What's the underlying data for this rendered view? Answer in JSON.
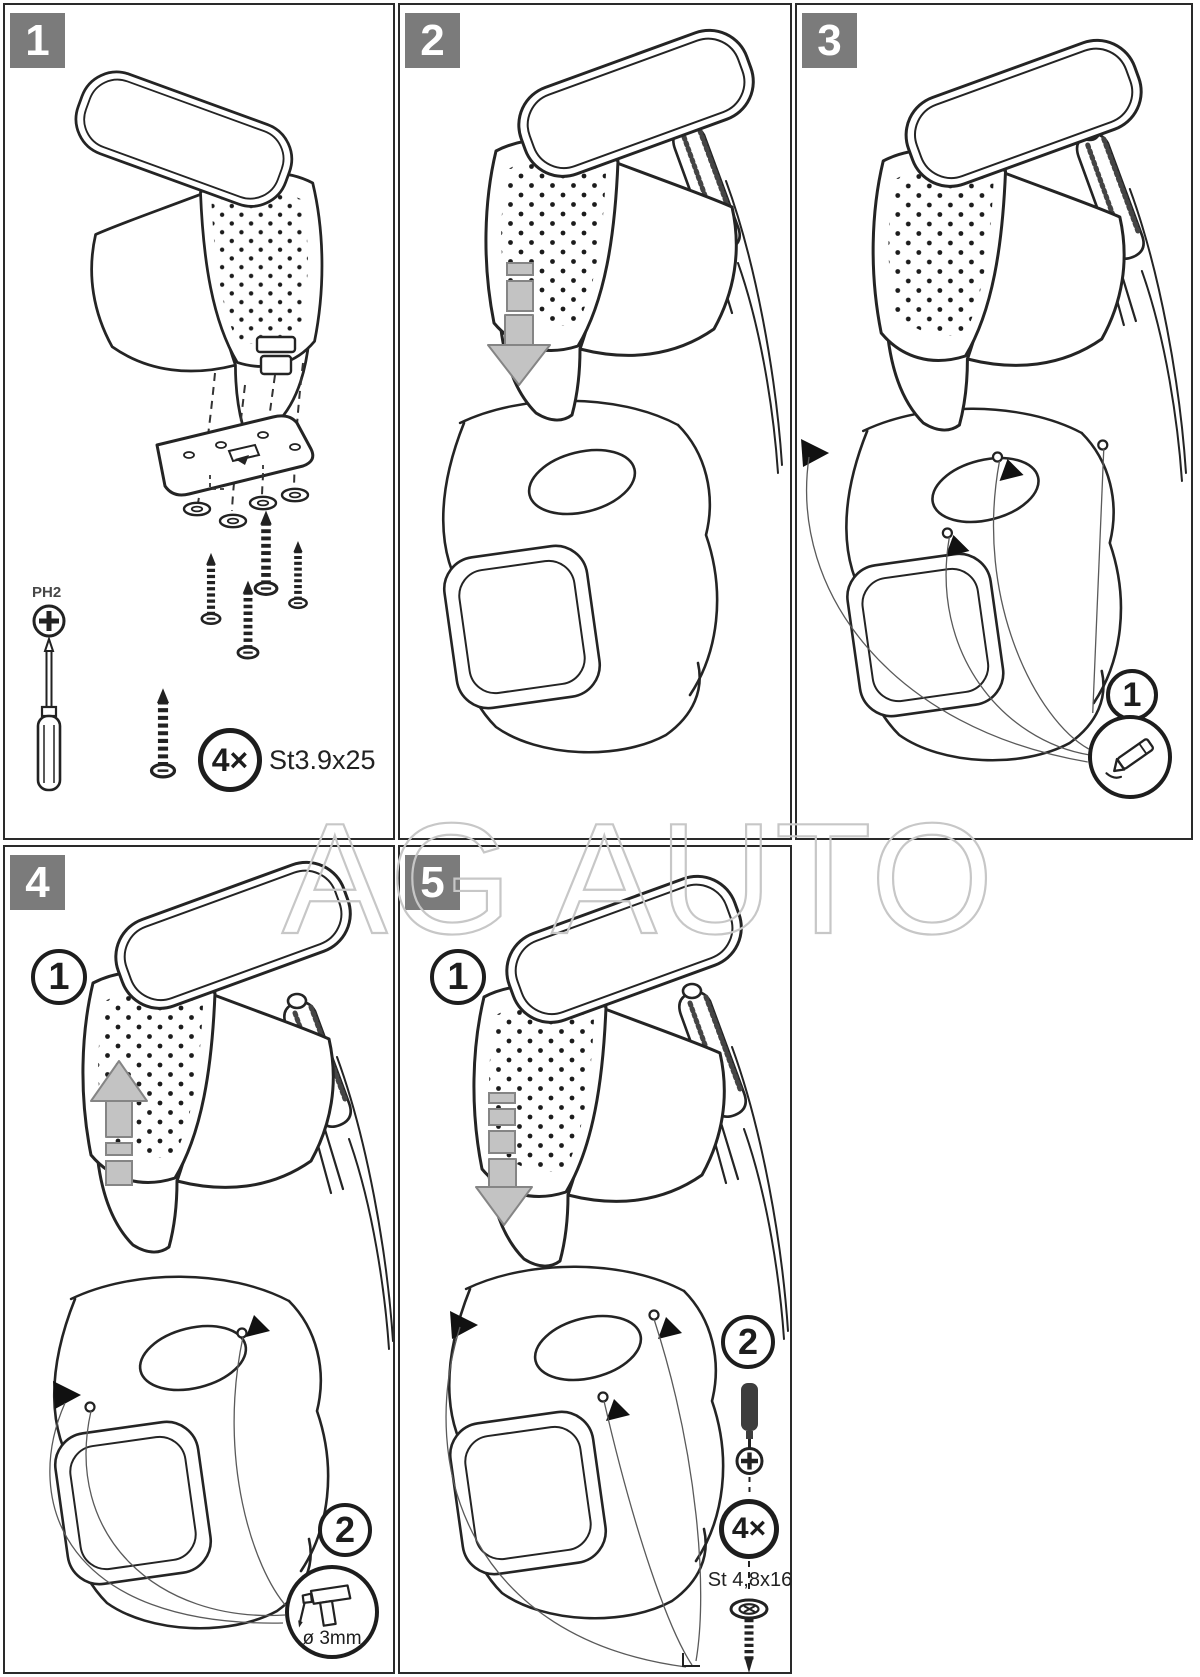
{
  "watermark": {
    "text": "AG AUTO"
  },
  "colors": {
    "ink": "#2a2a2a",
    "badge_background": "#7b7b7b",
    "badge_text": "#ffffff",
    "arrow_fill": "#c3c3c3",
    "arrow_stroke": "#858585",
    "watermark_stroke": "#c7c7c7"
  },
  "panels": [
    {
      "step": "1",
      "labels": {
        "bit": "PH2",
        "quantity": "4×",
        "screw_spec": "St3.9x25"
      },
      "icons": [
        "ph2-phillips-bit-icon",
        "screwdriver-icon",
        "wood-screw-icon",
        "mounting-plate-icon",
        "washer-icon",
        "quantity-circle"
      ]
    },
    {
      "step": "2",
      "icons": [
        "arrow-down-icon",
        "armrest-drawing",
        "console-drawing",
        "handbrake-drawing"
      ]
    },
    {
      "step": "3",
      "callouts": {
        "first": "1"
      },
      "icons": [
        "pointer-arrowhead-icon",
        "marker-pen-icon"
      ]
    },
    {
      "step": "4",
      "callouts": {
        "first": "1",
        "second": "2"
      },
      "labels": {
        "drill_spec": "ø 3mm"
      },
      "icons": [
        "arrow-up-icon",
        "pointer-arrowhead-icon",
        "drill-icon"
      ]
    },
    {
      "step": "5",
      "callouts": {
        "first": "1",
        "second": "2"
      },
      "labels": {
        "quantity": "4×",
        "screw_spec": "St 4,8x16"
      },
      "icons": [
        "arrow-down-icon",
        "pointer-arrowhead-icon",
        "screwdriver-icon",
        "flange-screw-icon",
        "quantity-circle"
      ]
    }
  ]
}
